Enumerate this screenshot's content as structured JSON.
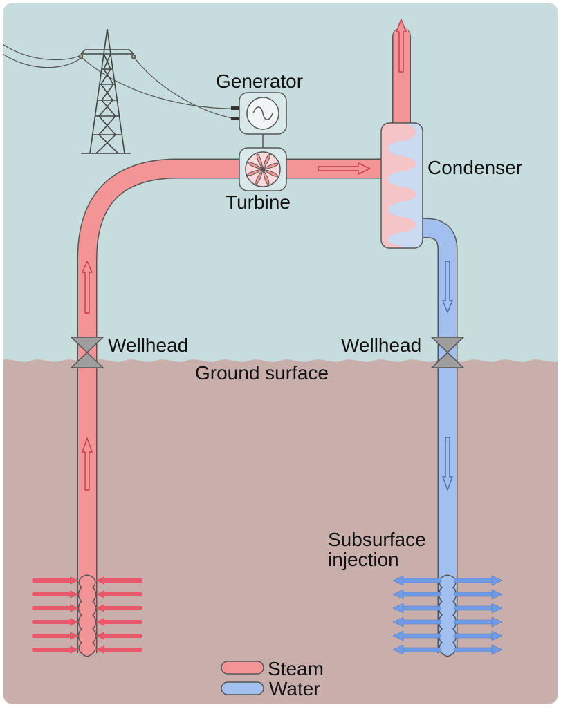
{
  "labels": {
    "generator": "Generator",
    "turbine": "Turbine",
    "condenser": "Condenser",
    "wellhead_left": "Wellhead",
    "wellhead_right": "Wellhead",
    "ground_surface": "Ground surface",
    "subsurface_line1": "Subsurface",
    "subsurface_line2": "injection"
  },
  "legend": {
    "steam": "Steam",
    "water": "Water"
  },
  "colors": {
    "sky": "#c6dcdd",
    "ground": "#c9afab",
    "steam": "#f39597",
    "water": "#a1c0ef",
    "steam_arrow": "#e8586a",
    "water_arrow": "#6e9ae6",
    "valve": "#9e9e9e",
    "equipment": "#d9e8e8"
  }
}
